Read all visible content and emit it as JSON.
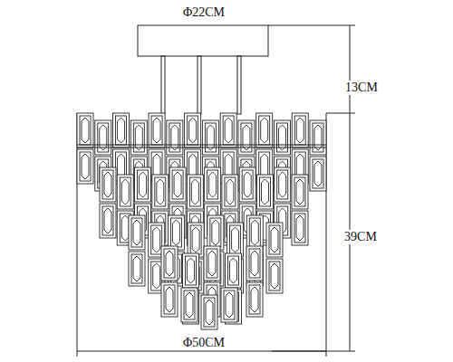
{
  "diagram": {
    "labels": [
      "Φ22CM",
      "13CM",
      "39CM",
      "Φ50CM"
    ]
  }
}
